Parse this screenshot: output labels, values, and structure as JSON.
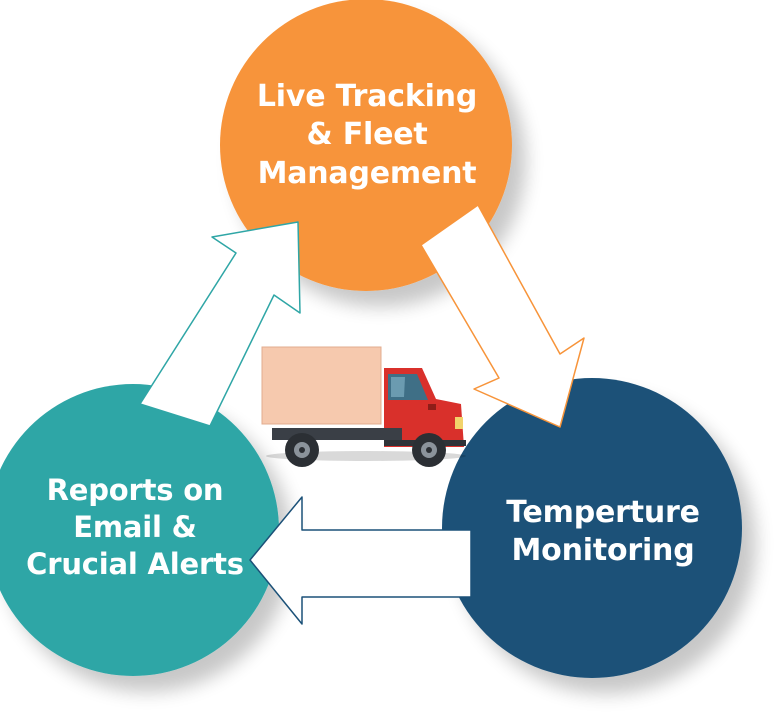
{
  "nodes": {
    "top": {
      "lines": [
        "Live Tracking",
        "& Fleet",
        "Management"
      ],
      "color": "#F7943A"
    },
    "right": {
      "lines": [
        "Temperture",
        "Monitoring"
      ],
      "color": "#1B5178"
    },
    "left": {
      "lines": [
        "Reports on",
        "Email &",
        "Crucial Alerts"
      ],
      "color": "#2FA6A6"
    }
  },
  "arrows": {
    "fill": "#ffffff",
    "top_to_right_stroke": "#F7943A",
    "right_to_left_stroke": "#1B5178",
    "left_to_top_stroke": "#2FA6A6"
  },
  "center_image": {
    "icon": "delivery-truck-icon",
    "cab_color": "#D9302B",
    "cargo_color": "#F6C9AE"
  }
}
